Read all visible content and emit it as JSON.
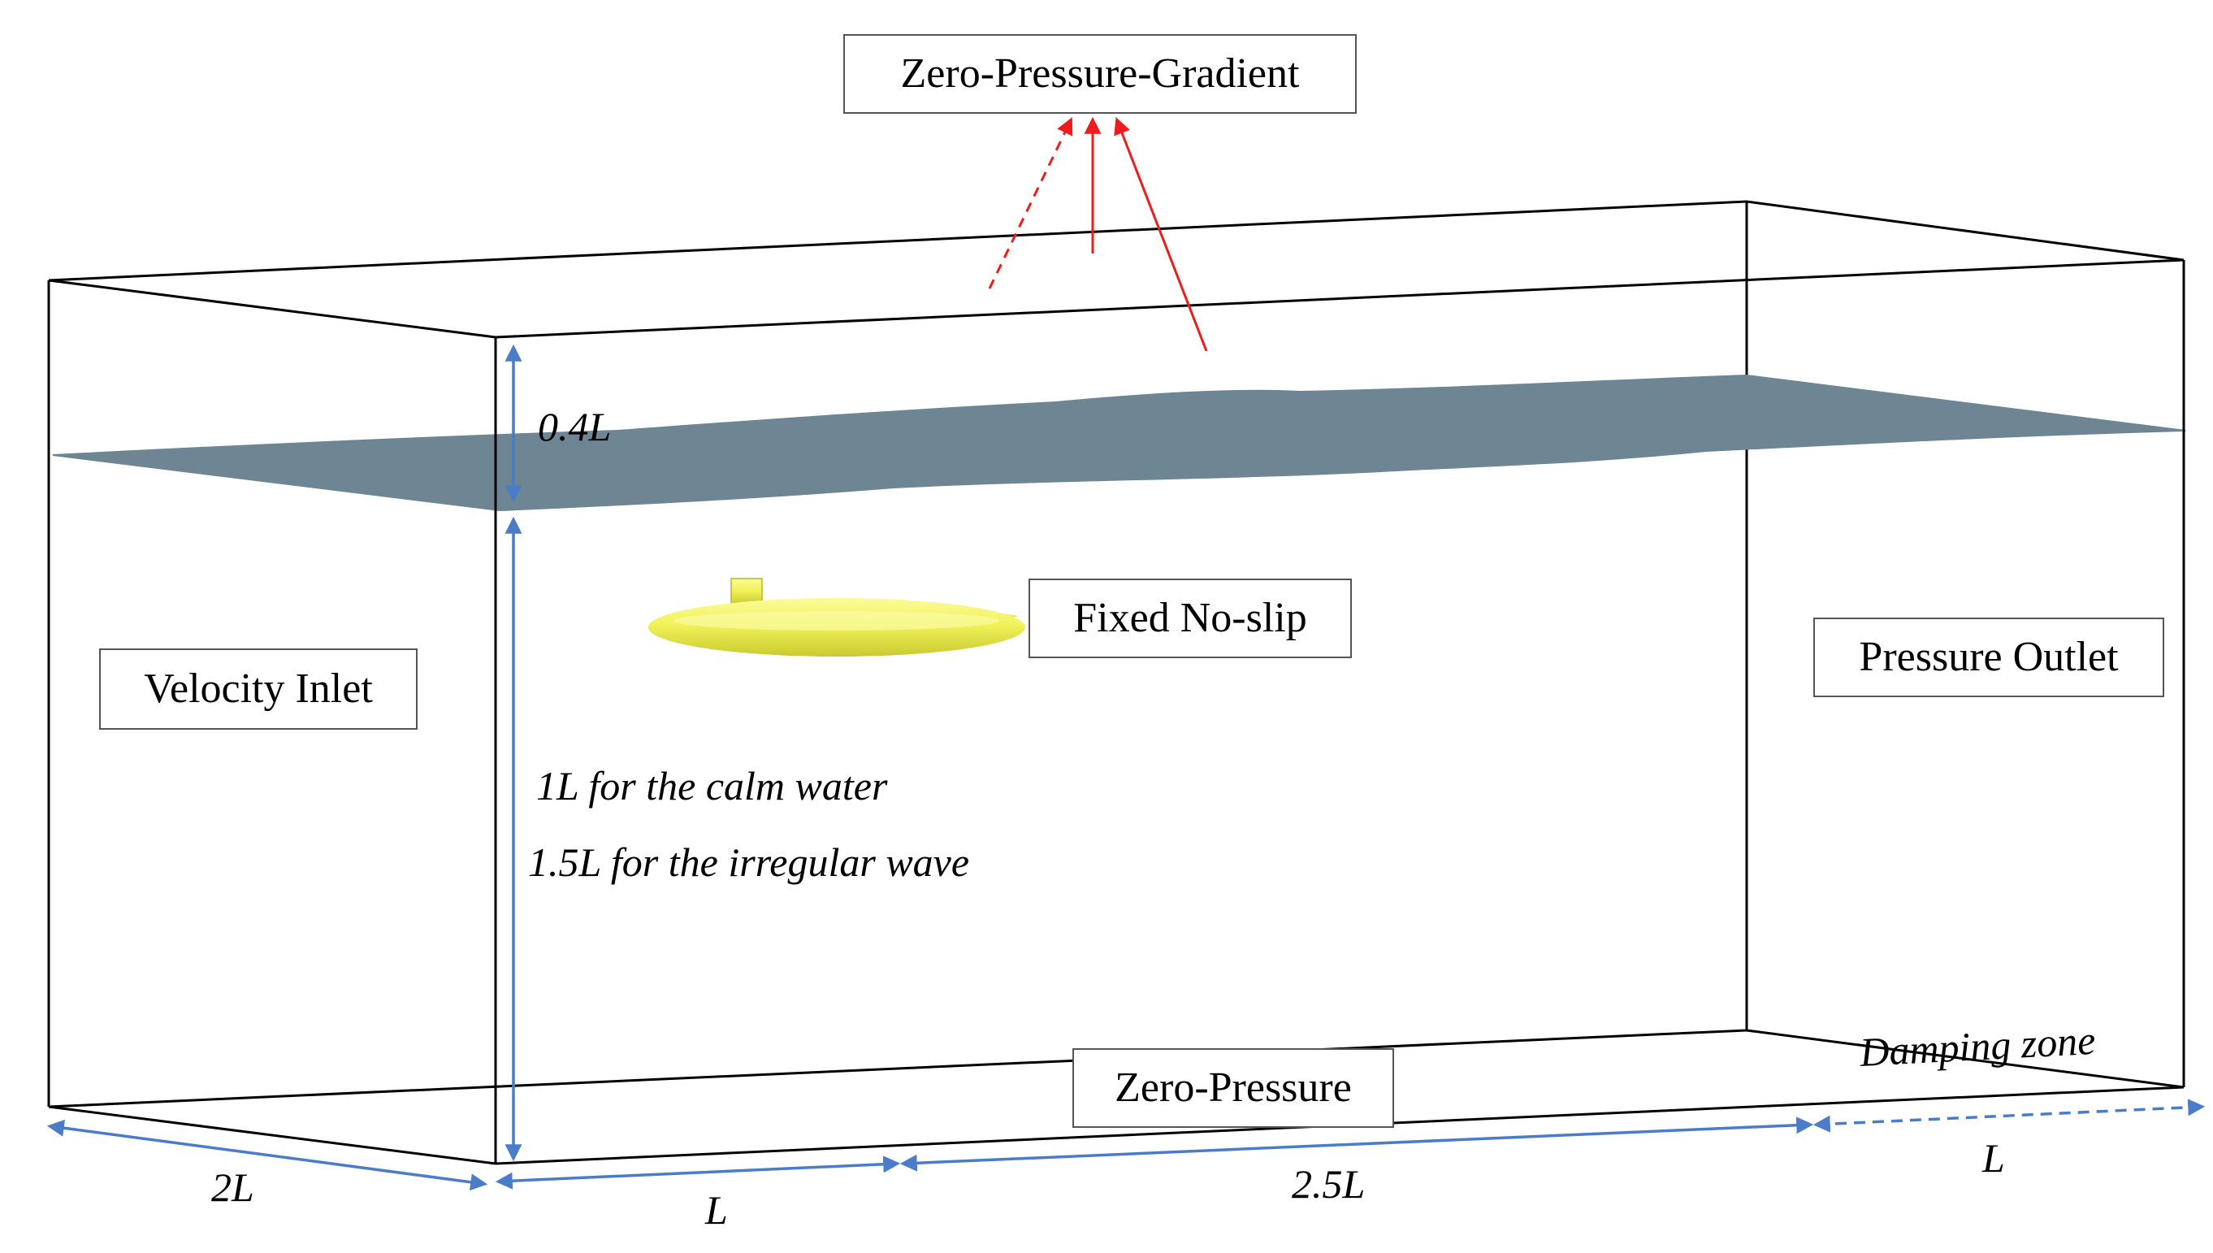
{
  "labels": {
    "top_boundary": "Zero-Pressure-Gradient",
    "inlet": "Velocity Inlet",
    "body_condition": "Fixed No-slip",
    "outlet": "Pressure Outlet",
    "bottom_boundary": "Zero-Pressure"
  },
  "annotations": {
    "air_height": "0.4L",
    "water_depth_calm": "1L for the calm water",
    "water_depth_wave": "1.5L for the irregular wave",
    "damping_zone": "Damping zone"
  },
  "dimensions": {
    "width": "2L",
    "upstream": "L",
    "downstream": "2.5L",
    "damping": "L"
  },
  "colors": {
    "free_surface": "#6e8594",
    "submarine": "#f2f25a",
    "arrows": "#ee1c1c",
    "dimension_lines": "#4a7cc9",
    "domain_edges": "#000000"
  },
  "icons": {
    "submarine": "submarine-hull-icon"
  }
}
